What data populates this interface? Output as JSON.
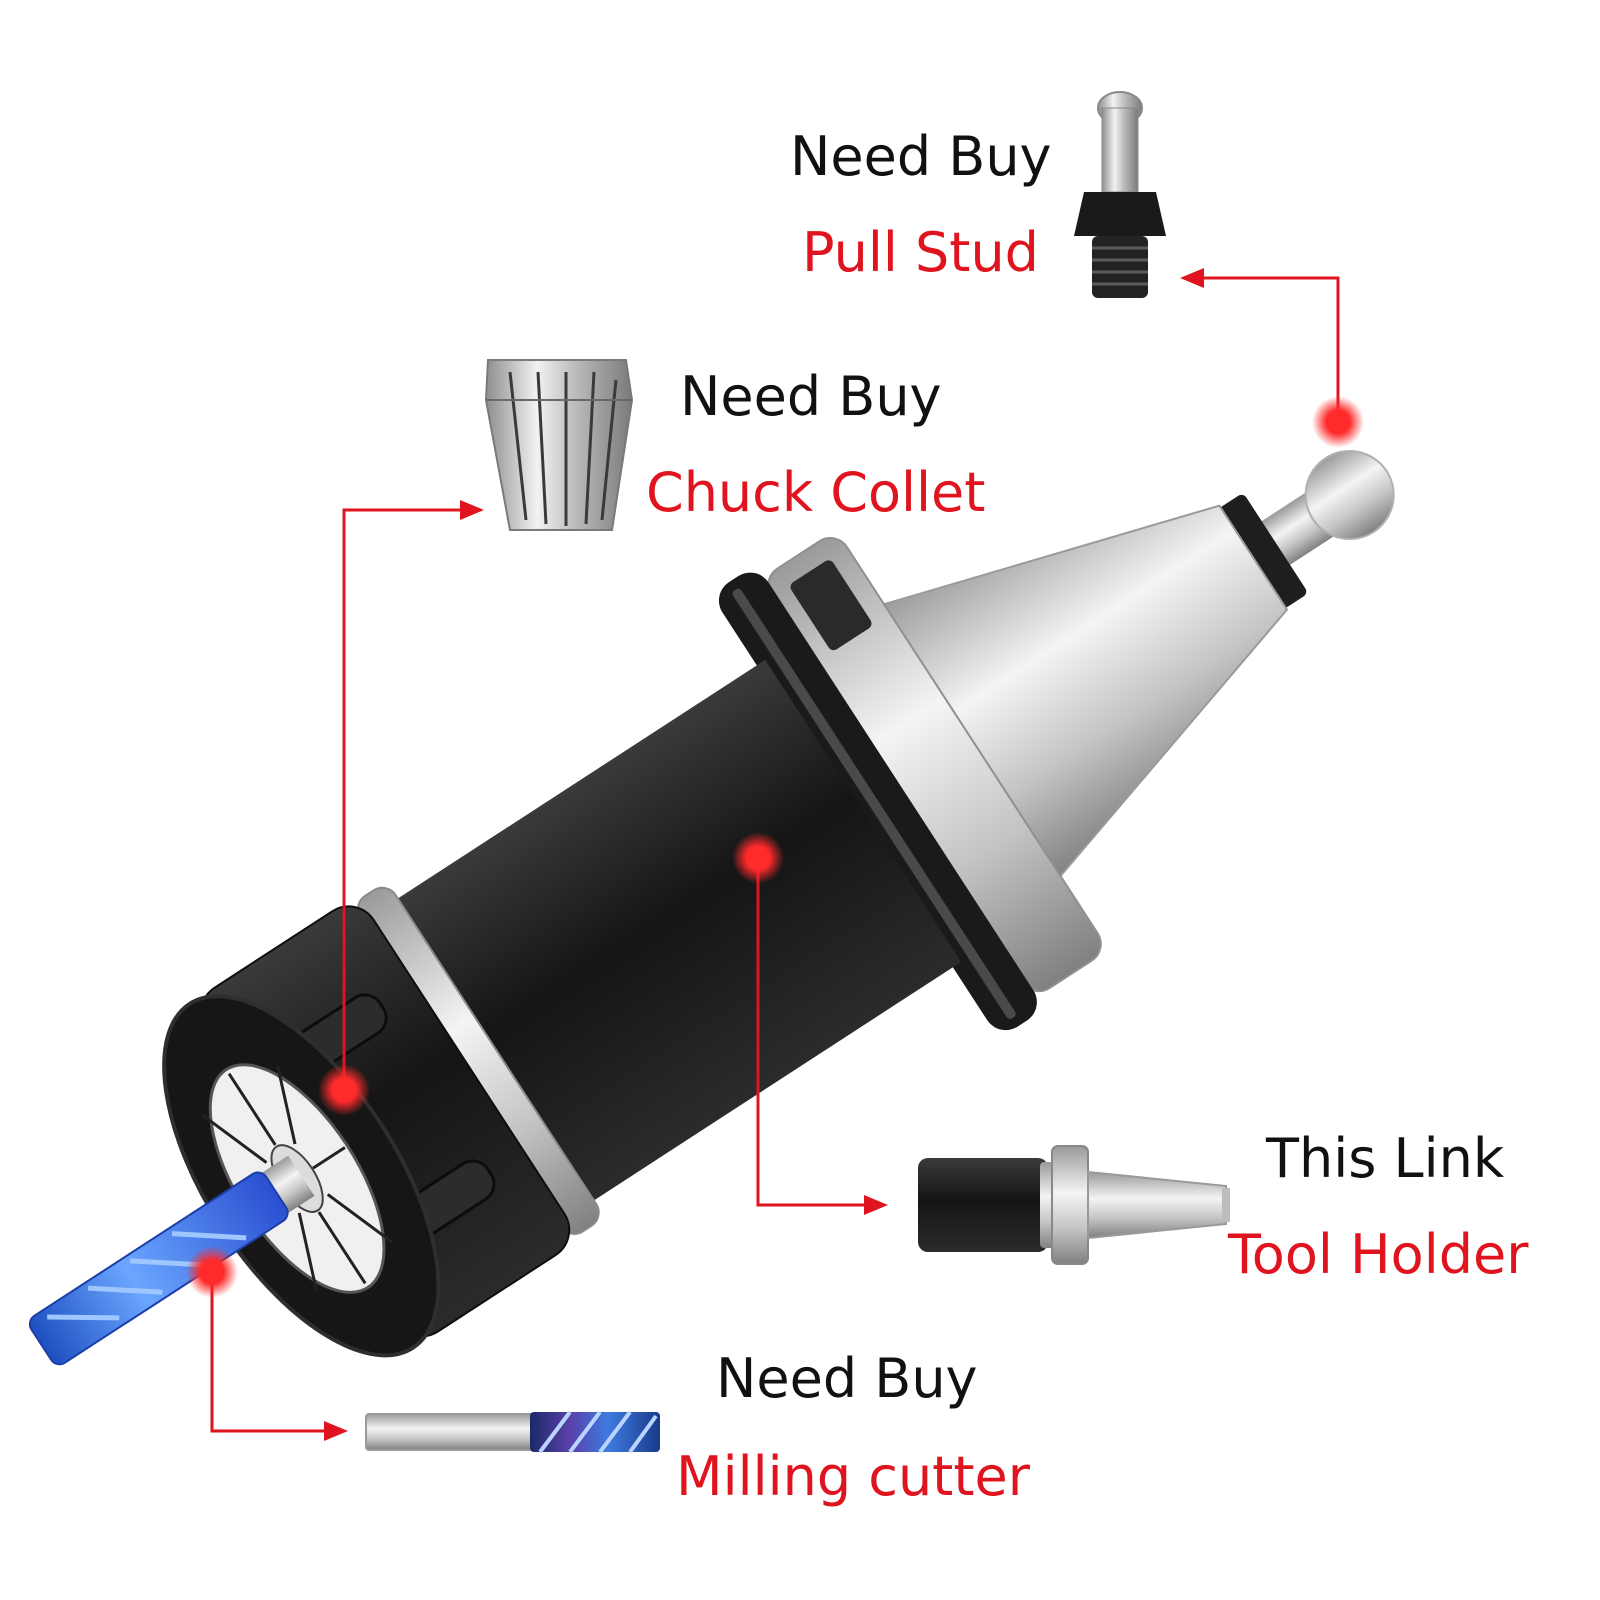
{
  "colors": {
    "accent_red": "#e0141e",
    "label_black": "#111111",
    "steel": "#c9c9c9",
    "black_body": "#1c1c1c",
    "cutter_blue": "#2f6fe0"
  },
  "icons": [
    "pull-stud-icon",
    "chuck-collet-icon",
    "tool-holder-icon",
    "milling-cutter-icon",
    "callout-dot-icon",
    "arrow-right-icon",
    "arrow-left-icon"
  ],
  "callouts": {
    "pull_stud": {
      "status": "Need Buy",
      "name": "Pull Stud"
    },
    "chuck_collet": {
      "status": "Need Buy",
      "name": "Chuck Collet"
    },
    "tool_holder": {
      "status": "This Link",
      "name": "Tool Holder"
    },
    "milling_cutter": {
      "status": "Need Buy",
      "name": "Milling cutter"
    }
  }
}
